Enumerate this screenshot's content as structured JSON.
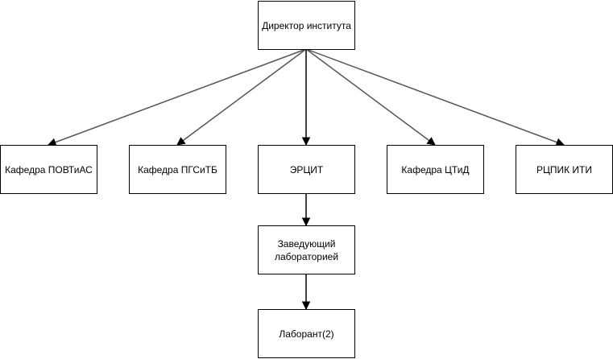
{
  "colors": {
    "line": "#000000",
    "connector": "#555555",
    "box_fill": "#ffffff"
  },
  "nodes": {
    "director": "Директор института",
    "dept_povtias": "Кафедра ПОВТиАС",
    "dept_pgsitb": "Кафедра ПГСиТБ",
    "ertsit": "ЭРЦИТ",
    "dept_ctid": "Кафедра ЦТиД",
    "rtspik_iti": "РЦПИК ИТИ",
    "lab_head": "Заведующий лабораторией",
    "lab_assistant": "Лаборант(2)"
  },
  "edges": [
    {
      "from": "director",
      "to": "dept_povtias"
    },
    {
      "from": "director",
      "to": "dept_pgsitb"
    },
    {
      "from": "director",
      "to": "ertsit"
    },
    {
      "from": "director",
      "to": "dept_ctid"
    },
    {
      "from": "director",
      "to": "rtspik_iti"
    },
    {
      "from": "ertsit",
      "to": "lab_head"
    },
    {
      "from": "lab_head",
      "to": "lab_assistant"
    }
  ]
}
